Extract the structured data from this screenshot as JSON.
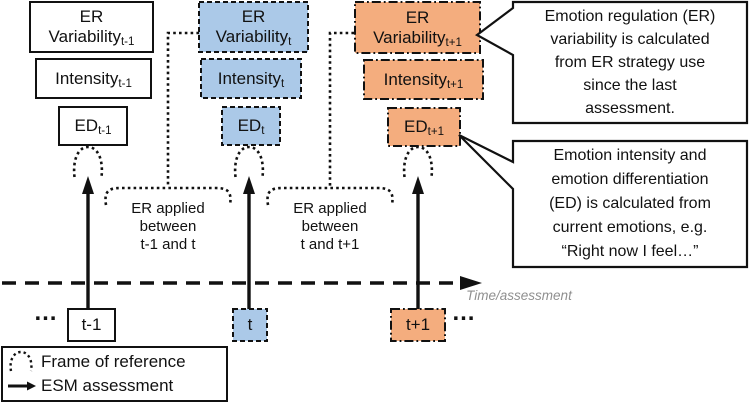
{
  "palette": {
    "blue": "#ABC9E8",
    "orange": "#F4AD7E",
    "line": "#111111",
    "muted": "#8F8F8F"
  },
  "columns": {
    "tminus1": {
      "erv_line1": "ER",
      "erv_line2": "Variability",
      "erv_sub": "t-1",
      "intensity": "Intensity",
      "intensity_sub": "t-1",
      "ed": "ED",
      "ed_sub": "t-1",
      "tick": "t-1"
    },
    "t": {
      "erv_line1": "ER",
      "erv_line2": "Variability",
      "erv_sub": "t",
      "intensity": "Intensity",
      "intensity_sub": "t",
      "ed": "ED",
      "ed_sub": "t",
      "tick": "t"
    },
    "tplus1": {
      "erv_line1": "ER",
      "erv_line2": "Variability",
      "erv_sub": "t+1",
      "intensity": "Intensity",
      "intensity_sub": "t+1",
      "ed": "ED",
      "ed_sub": "t+1",
      "tick": "t+1"
    }
  },
  "intervals": {
    "first": "ER applied\nbetween\nt-1 and t",
    "second": "ER applied\nbetween\nt and t+1"
  },
  "callouts": {
    "er_variability": "Emotion regulation (ER)\nvariability is calculated\nfrom ER strategy use\nsince the last\nassessment.",
    "ed_intensity": "Emotion intensity and\nemotion differentiation\n(ED) is calculated from\ncurrent emotions, e.g.\n“Right now I feel…”"
  },
  "timeline": {
    "label": "Time/assessment",
    "ellipsis_left": "…",
    "ellipsis_right": "…"
  },
  "legend": {
    "frame_label": "Frame of reference",
    "esm_label": "ESM assessment"
  }
}
